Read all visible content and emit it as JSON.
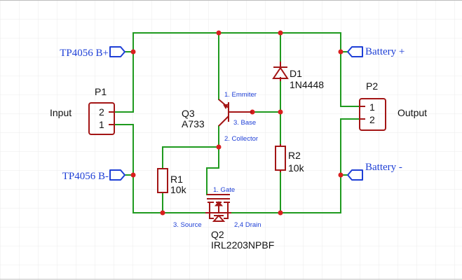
{
  "ports": {
    "tp_bplus": "TP4056 B+",
    "tp_bminus": "TP4056 B-",
    "bat_plus": "Battery +",
    "bat_minus": "Battery -"
  },
  "p1": {
    "ref": "P1",
    "label": "Input",
    "pin_top": "2",
    "pin_bottom": "1"
  },
  "p2": {
    "ref": "P2",
    "label": "Output",
    "pin_top": "1",
    "pin_bottom": "2"
  },
  "q3": {
    "ref": "Q3",
    "value": "A733",
    "pin_emitter": "1. Emmiter",
    "pin_base": "3. Base",
    "pin_collector": "2. Collector"
  },
  "d1": {
    "ref": "D1",
    "value": "1N4448"
  },
  "r1": {
    "ref": "R1",
    "value": "10k"
  },
  "r2": {
    "ref": "R2",
    "value": "10k"
  },
  "q2": {
    "ref": "Q2",
    "value": "IRL2203NPBF",
    "pin_gate": "1. Gate",
    "pin_source": "3. Source",
    "pin_drain": "2,4 Drain"
  },
  "colors": {
    "wire": "#1f9a1f",
    "component": "#a31515",
    "port": "#1e3fd6",
    "junction": "#d91f1f"
  }
}
